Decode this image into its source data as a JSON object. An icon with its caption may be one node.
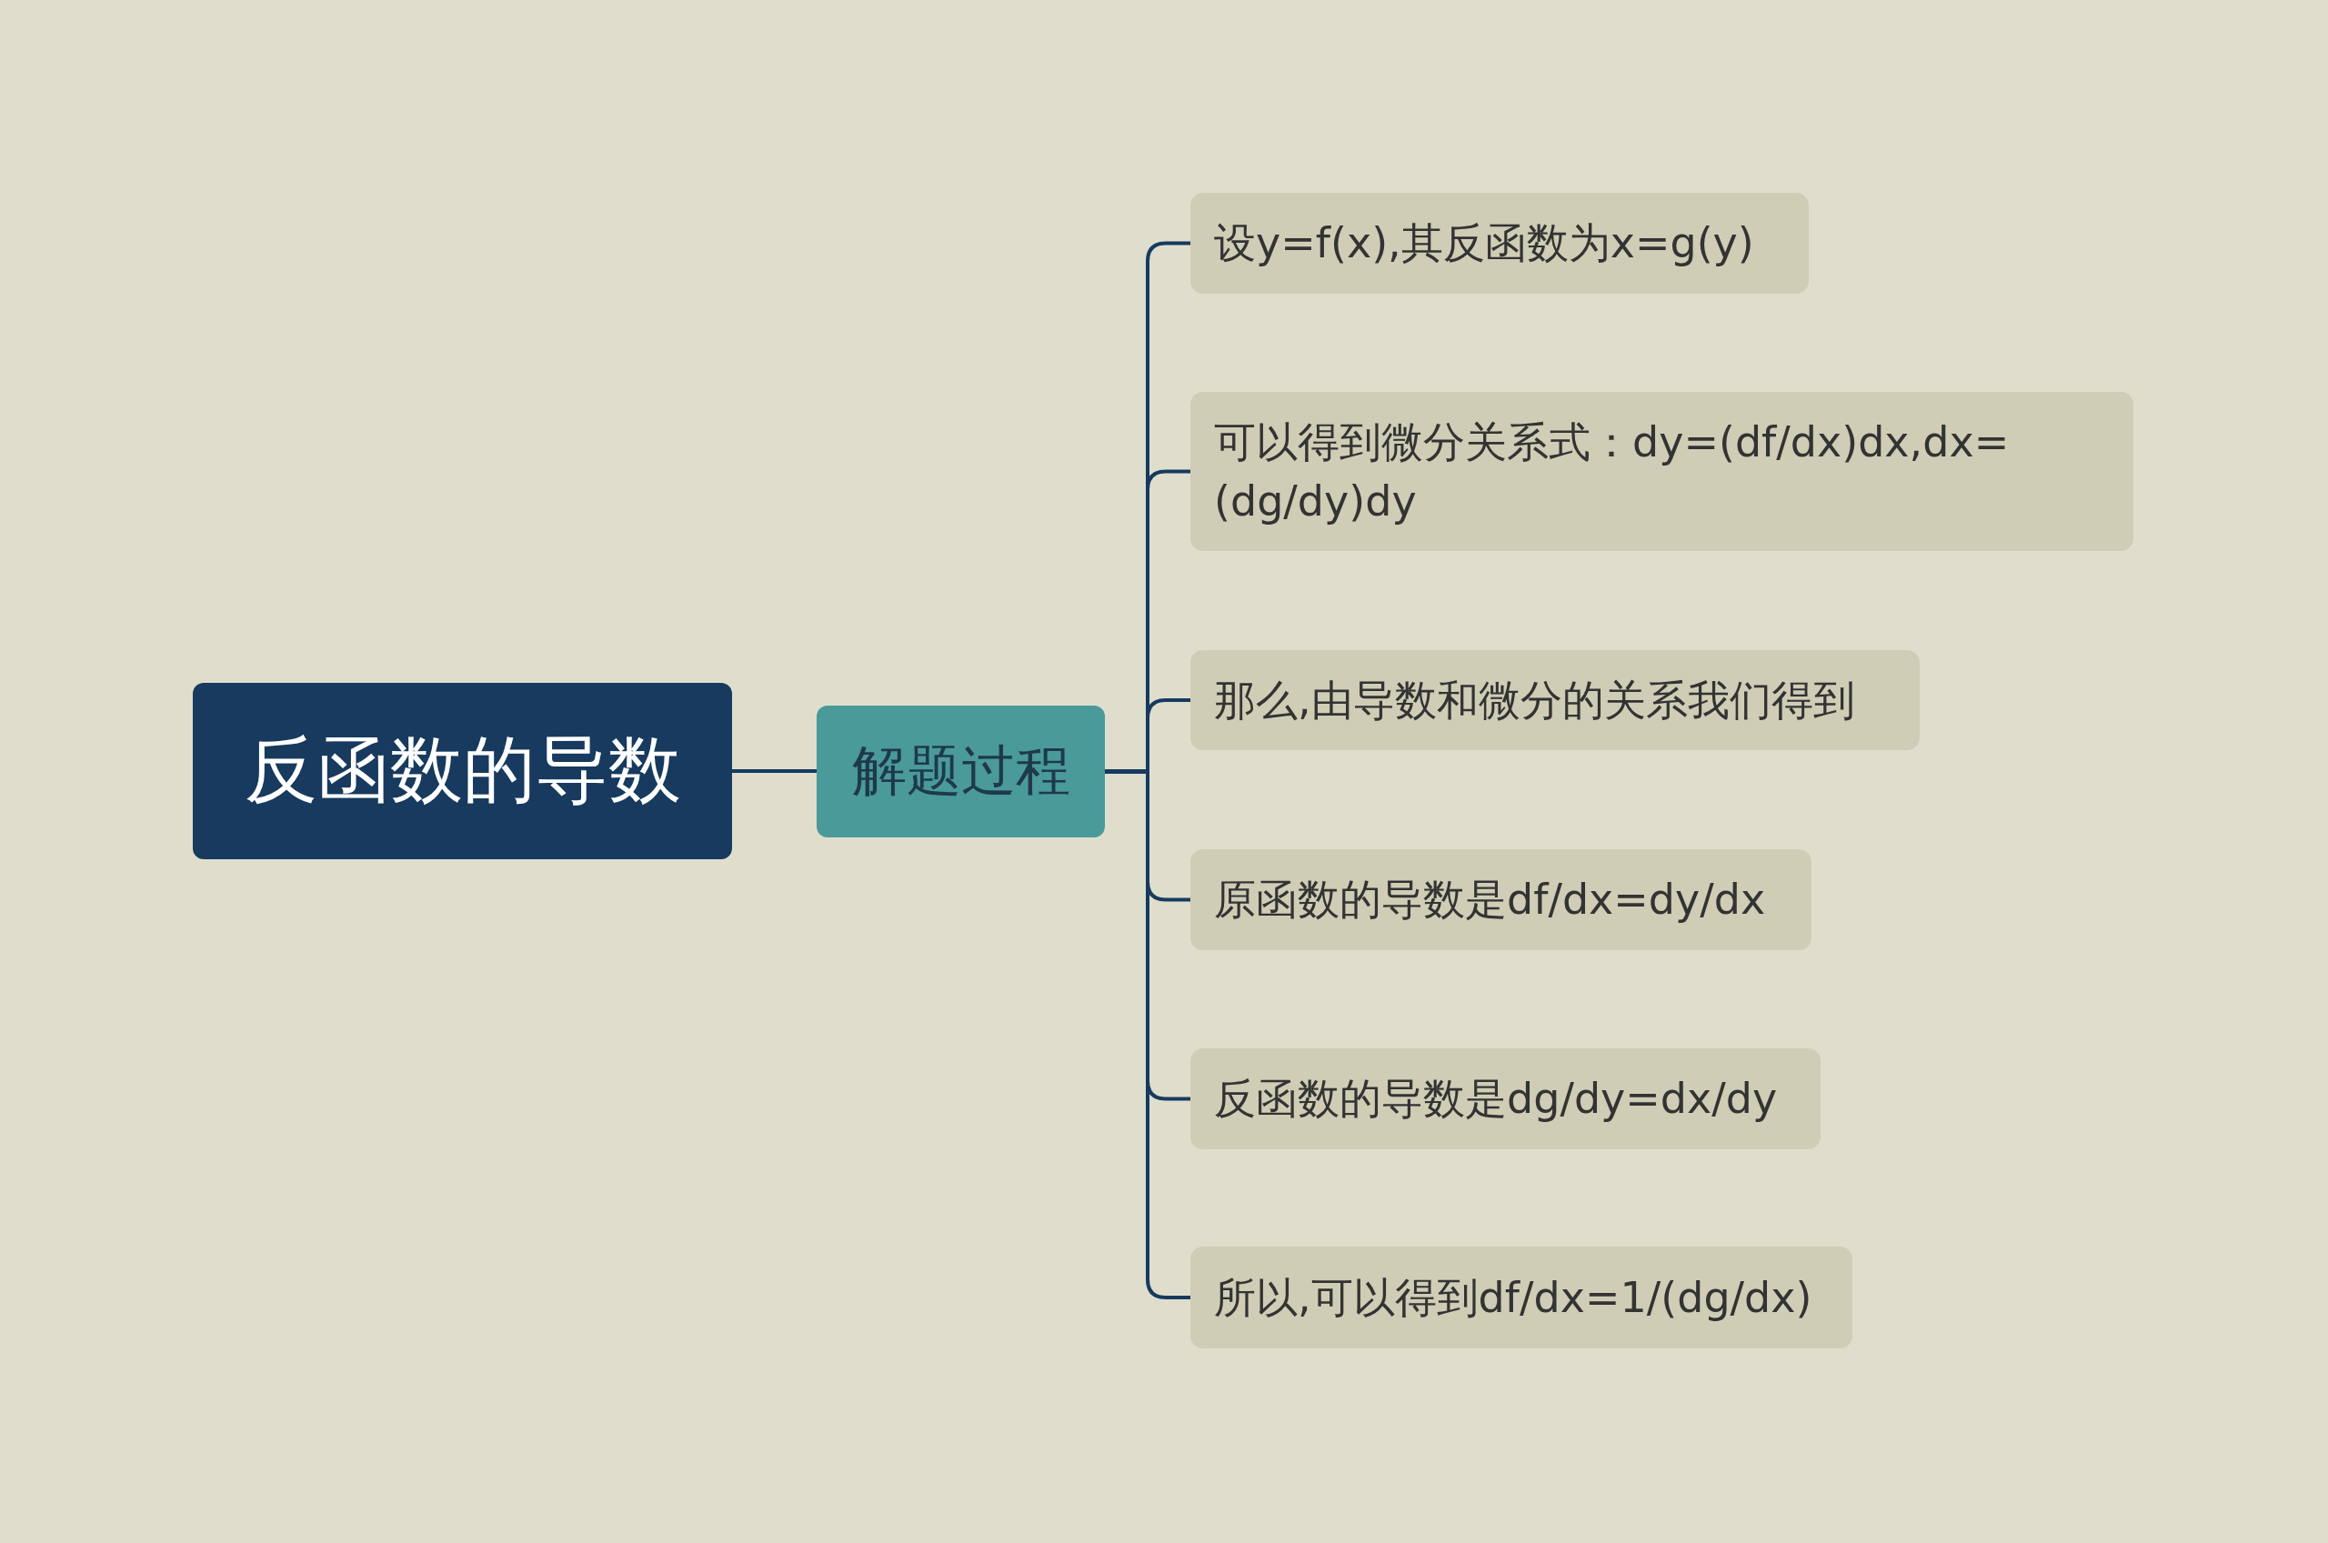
{
  "diagram": {
    "nodes": [
      {
        "text": [
          "反函数的导数"
        ]
      },
      {
        "text": [
          "解题过程"
        ]
      },
      {
        "text": [
          "设y=f(x),其反函数为x=g(y)"
        ]
      },
      {
        "text": [
          "可以得到微分关系式：dy=(df/dx)dx,dx=(dg/dy)dy"
        ]
      },
      {
        "text": [
          "那么,由导数和微分的关系我们得到"
        ]
      },
      {
        "text": [
          "原函数的导数是df/dx=dy/dx"
        ]
      },
      {
        "text": [
          "反函数的导数是dg/dy=dx/dy"
        ]
      },
      {
        "text": [
          "所以,可以得到df/dx=1/(dg/dx)"
        ]
      }
    ],
    "edges": [
      {
        "from": 0,
        "to": 1,
        "arrow": "none"
      },
      {
        "from": 1,
        "to": 2,
        "arrow": "none"
      },
      {
        "from": 1,
        "to": 3,
        "arrow": "none"
      },
      {
        "from": 1,
        "to": 4,
        "arrow": "none"
      },
      {
        "from": 1,
        "to": 5,
        "arrow": "none"
      },
      {
        "from": 1,
        "to": 6,
        "arrow": "none"
      },
      {
        "from": 1,
        "to": 7,
        "arrow": "none"
      }
    ]
  }
}
